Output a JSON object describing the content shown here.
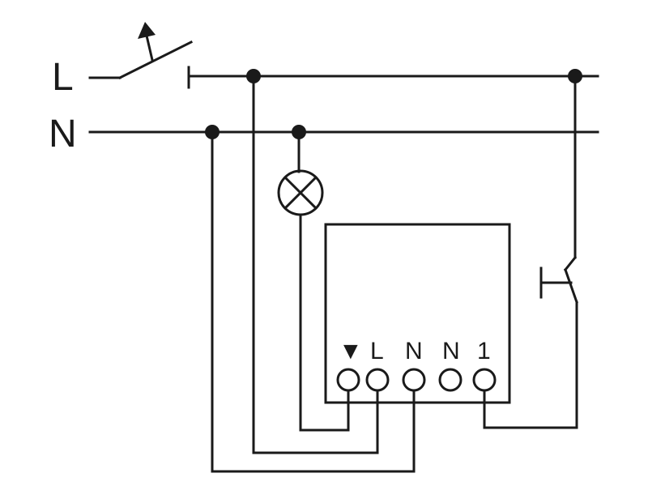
{
  "labels": {
    "line": "L",
    "neutral": "N"
  },
  "module": {
    "terminals": [
      {
        "name": "switch-input",
        "label": "▼"
      },
      {
        "name": "line",
        "label": "L"
      },
      {
        "name": "neutral",
        "label": "N"
      },
      {
        "name": "neutral-2",
        "label": "N"
      },
      {
        "name": "output-1",
        "label": "1"
      }
    ]
  },
  "colors": {
    "stroke": "#1a1a1a",
    "background": "#ffffff"
  }
}
